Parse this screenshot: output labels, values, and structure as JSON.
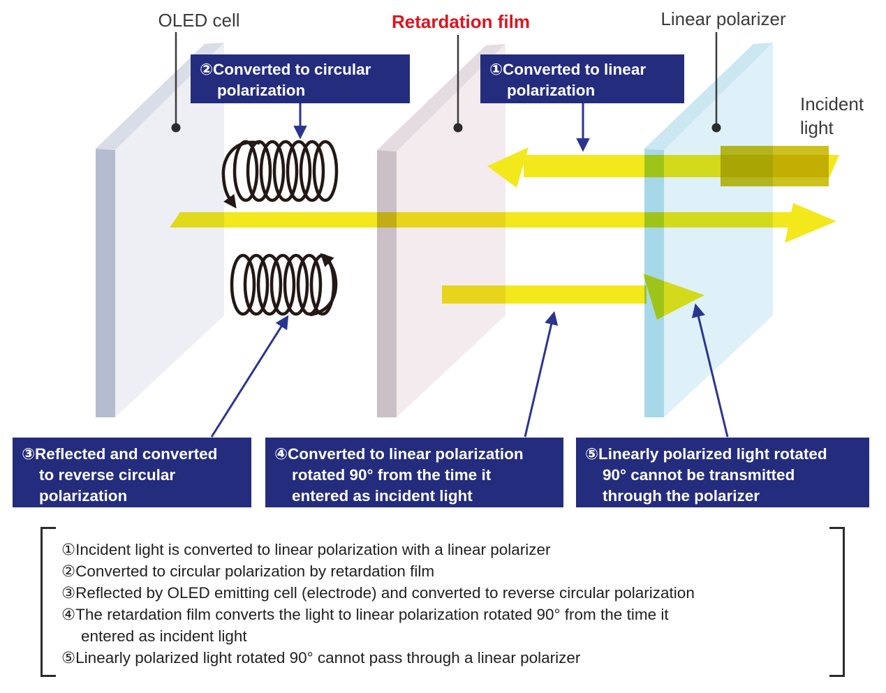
{
  "panel_labels": {
    "oled_cell": "OLED cell",
    "retardation_film": "Retardation film",
    "linear_polarizer": "Linear polarizer",
    "incident_light_line1": "Incident",
    "incident_light_line2": "light"
  },
  "callouts": {
    "c1": {
      "lines": [
        "①Converted to linear",
        "polarization"
      ]
    },
    "c2": {
      "lines": [
        "②Converted to circular",
        "polarization"
      ]
    },
    "c3": {
      "lines": [
        "③Reflected and converted",
        "to reverse circular",
        "polarization"
      ]
    },
    "c4": {
      "lines": [
        "④Converted to linear polarization",
        "rotated 90° from the time it",
        "entered as incident light"
      ]
    },
    "c5": {
      "lines": [
        "⑤Linearly polarized light rotated",
        "90° cannot be transmitted",
        "through the polarizer"
      ]
    }
  },
  "legend": {
    "lines": [
      "①Incident light is converted to linear polarization with a linear polarizer",
      "②Converted to circular polarization by retardation film",
      "③Reflected by OLED emitting cell (electrode) and converted to reverse circular polarization",
      "④The retardation film converts the light to linear polarization rotated 90° from the time it",
      "entered as incident light",
      "⑤Linearly polarized light rotated 90° cannot pass through a linear polarizer"
    ]
  },
  "icons": {
    "coil_top": "left-circular-polarization-coil-icon",
    "coil_bottom": "right-circular-polarization-coil-icon",
    "arrows": "light-beam-arrows"
  },
  "colors": {
    "callout_navy": "#242c7e",
    "film_label_red": "#dc141e",
    "beam_yellow": "#f3e81c",
    "incident_beam_olive": "#cdc11d",
    "pointer_blue": "#2a3590",
    "coil_dark": "#231815",
    "label_gray": "#3a3a3a",
    "oled_face": "#edeff5",
    "oled_edge": "#b6bccf",
    "film_face": "#f4ebee",
    "film_edge": "#cbc0c7",
    "polarizer_face": "#def0f8",
    "polarizer_edge": "#a6d8e9"
  }
}
